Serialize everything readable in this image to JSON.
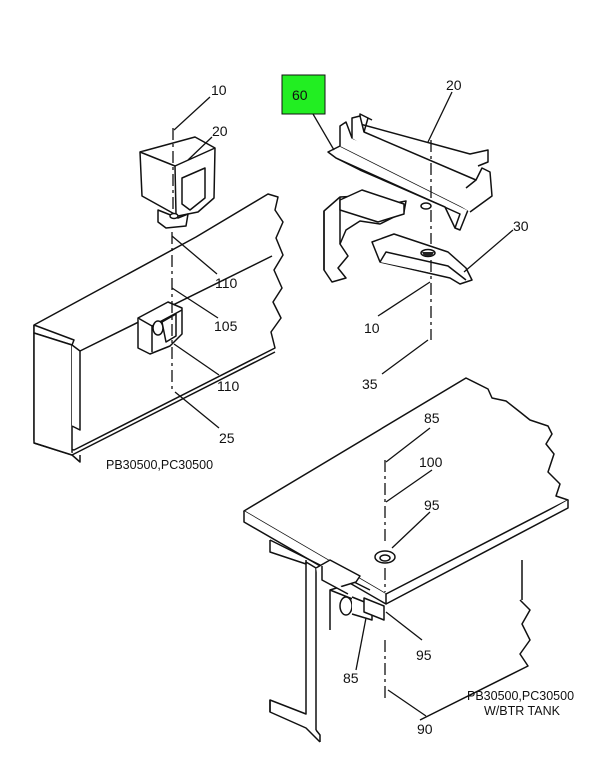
{
  "highlight_color": "#22ee22",
  "callouts": {
    "left": {
      "c10": "10",
      "c20": "20",
      "c110a": "110",
      "c105": "105",
      "c110b": "110",
      "c25": "25"
    },
    "top_right": {
      "c60": "60",
      "c20": "20",
      "c30": "30",
      "c10": "10",
      "c35": "35"
    },
    "bottom_right": {
      "c85a": "85",
      "c100": "100",
      "c95a": "95",
      "c95b": "95",
      "c85b": "85",
      "c90": "90"
    }
  },
  "captions": {
    "left": "PB30500,PC30500",
    "bottom_right_line1": "PB30500,PC30500",
    "bottom_right_line2": "W/BTR TANK"
  }
}
